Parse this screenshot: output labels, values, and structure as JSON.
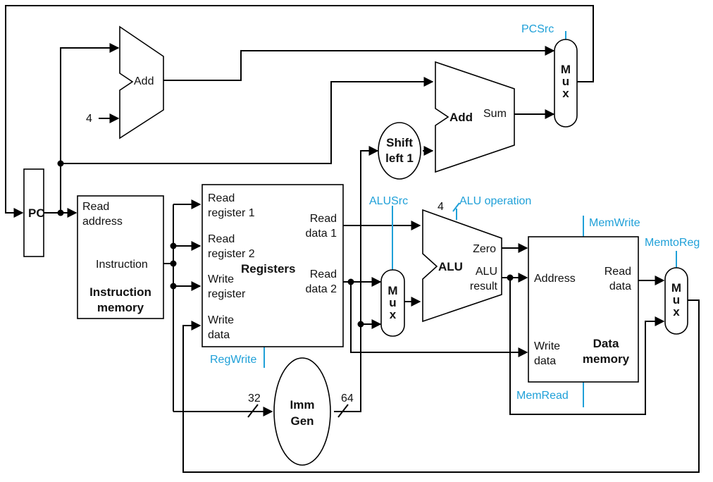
{
  "colors": {
    "wire": "#000000",
    "control": "#1fa0d8",
    "background": "#ffffff"
  },
  "pc": {
    "label": "PC"
  },
  "adders": {
    "pc_add": {
      "label": "Add",
      "constant": "4"
    },
    "branch_add": {
      "label": "Add",
      "sum": "Sum"
    }
  },
  "shift": {
    "line1": "Shift",
    "line2": "left 1"
  },
  "instruction_memory": {
    "read_line1": "Read",
    "read_line2": "address",
    "instruction": "Instruction",
    "title_line1": "Instruction",
    "title_line2": "memory"
  },
  "registers": {
    "title": "Registers",
    "read_reg1_l1": "Read",
    "read_reg1_l2": "register 1",
    "read_reg2_l1": "Read",
    "read_reg2_l2": "register 2",
    "write_reg_l1": "Write",
    "write_reg_l2": "register",
    "write_data_l1": "Write",
    "write_data_l2": "data",
    "read_data1_l1": "Read",
    "read_data1_l2": "data 1",
    "read_data2_l1": "Read",
    "read_data2_l2": "data 2"
  },
  "imm_gen": {
    "line1": "Imm",
    "line2": "Gen",
    "in_width": "32",
    "out_width": "64"
  },
  "alu": {
    "label": "ALU",
    "zero": "Zero",
    "result_l1": "ALU",
    "result_l2": "result",
    "op_width": "4"
  },
  "mux": {
    "m": "M",
    "u": "u",
    "x": "x"
  },
  "data_memory": {
    "address": "Address",
    "read_l1": "Read",
    "read_l2": "data",
    "write_l1": "Write",
    "write_l2": "data",
    "title_l1": "Data",
    "title_l2": "memory"
  },
  "control": {
    "pcsrc": "PCSrc",
    "alusrc": "ALUSrc",
    "aluop": "ALU operation",
    "regwrite": "RegWrite",
    "memwrite": "MemWrite",
    "memread": "MemRead",
    "memtoreg": "MemtoReg"
  }
}
